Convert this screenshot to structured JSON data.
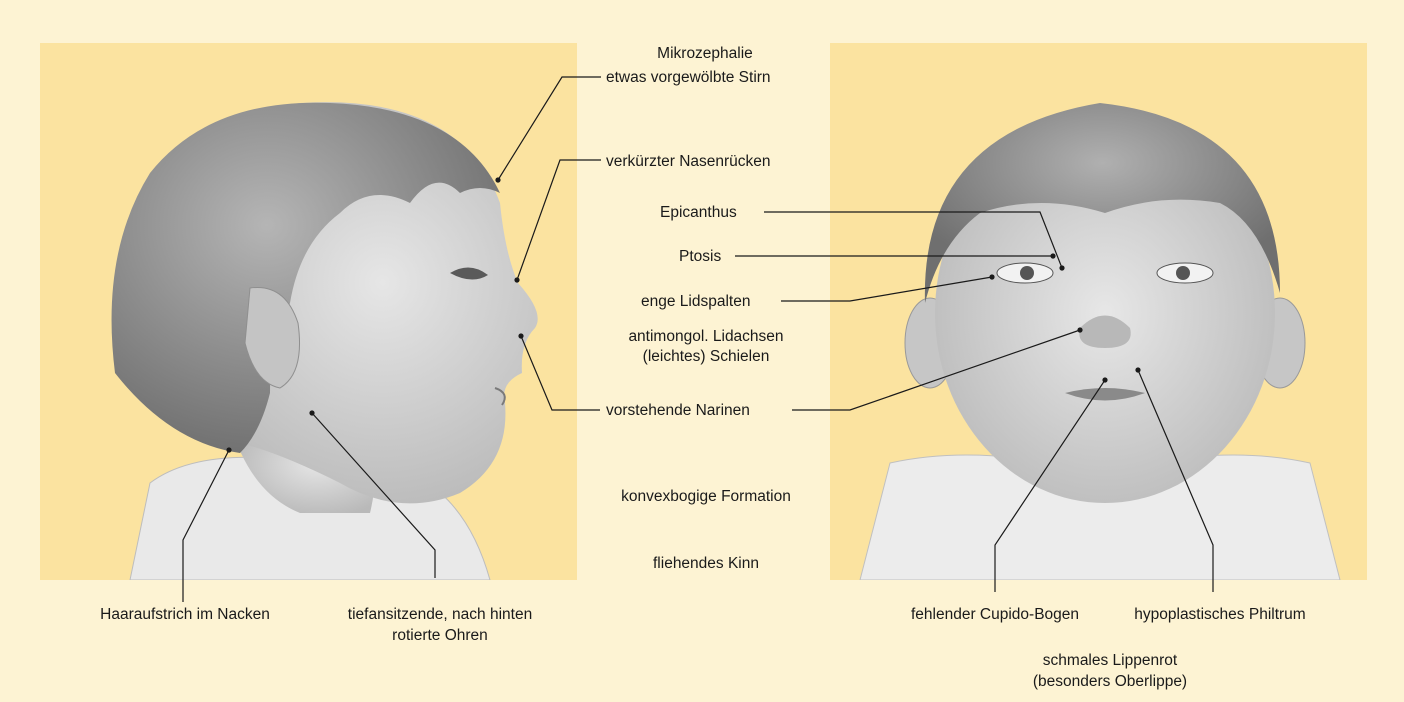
{
  "labels": {
    "mikrozephalie": "Mikrozephalie",
    "stirn": "etwas vorgewölbte Stirn",
    "nasenruecken": "verkürzter Nasenrücken",
    "epicanthus": "Epicanthus",
    "ptosis": "Ptosis",
    "lidspalten": "enge Lidspalten",
    "lidachsen": "antimongol. Lidachsen",
    "schielen": "(leichtes) Schielen",
    "narinen": "vorstehende Narinen",
    "formation": "konvexbogige Formation",
    "kinn": "fliehendes Kinn",
    "haaraufstrich": "Haaraufstrich im Nacken",
    "ohren_1": "tiefansitzende, nach hinten",
    "ohren_2": "rotierte Ohren",
    "cupido": "fehlender Cupido-Bogen",
    "philtrum": "hypoplastisches Philtrum",
    "lippenrot_1": "schmales Lippenrot",
    "lippenrot_2": "(besonders Oberlippe)"
  },
  "colors": {
    "background": "#fdf3d3",
    "panel": "#fbe3a0",
    "skin": "#cfcfcf",
    "hair": "#8c8c8c",
    "line": "#1a1a1a"
  }
}
